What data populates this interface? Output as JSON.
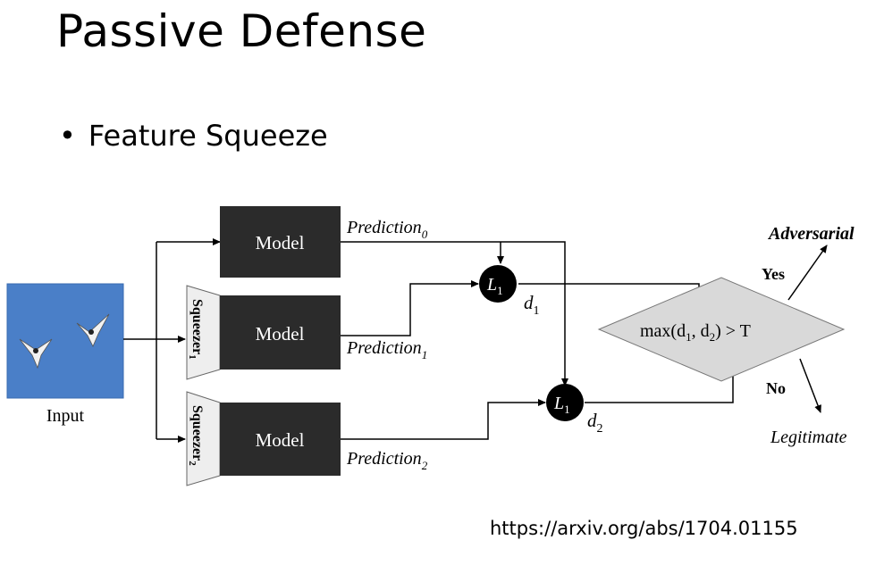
{
  "slide": {
    "title": "Passive Defense",
    "bullet": "Feature Squeeze",
    "source": "https://arxiv.org/abs/1704.01155"
  },
  "diagram": {
    "input_label": "Input",
    "model_label": "Model",
    "squeezer1": "Squeezer",
    "squeezer1_sub": "1",
    "squeezer2": "Squeezer",
    "squeezer2_sub": "2",
    "prediction": "Prediction",
    "pred0_sub": "0",
    "pred1_sub": "1",
    "pred2_sub": "2",
    "l_main": "L",
    "l_sub": "1",
    "d_main": "d",
    "d1_sub": "1",
    "d2_sub": "2",
    "decision_text": "max(d",
    "decision_mid": ", d",
    "decision_end": ") > T",
    "decision_sub1": "1",
    "decision_sub2": "2",
    "yes_label": "Yes",
    "no_label": "No",
    "adversarial_label": "Adversarial",
    "legitimate_label": "Legitimate"
  },
  "colors": {
    "model_fill": "#2b2b2b",
    "squeezer_fill": "#eeeeee",
    "diamond_fill": "#d9d9d9",
    "input_sky": "#4a7fc8"
  }
}
